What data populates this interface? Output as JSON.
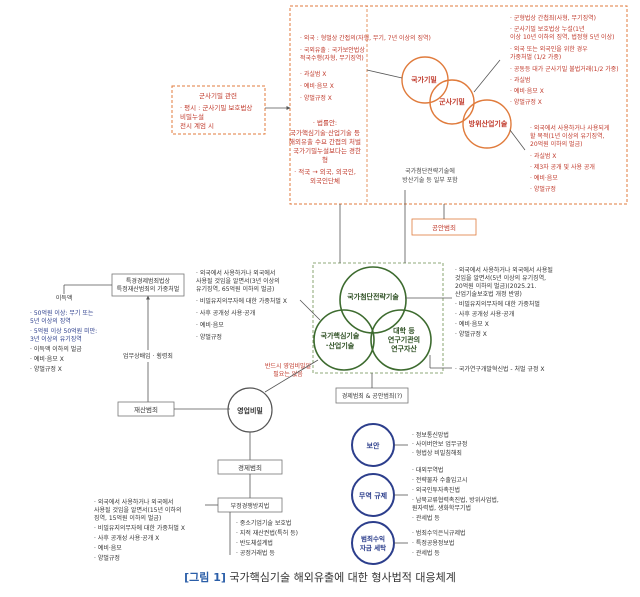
{
  "top_group": {
    "left_list": [
      "· 외국 : 형벌상 간접의(자형, 무기, 7년 이상의 징역)",
      "· 국외유출 : 국가보안법상",
      "  적국수행(자형, 무기징역)",
      "· 과실범 X",
      "· 예비·음모 X",
      "· 양벌규정 X"
    ],
    "military_box_title": "군사기밀 관련",
    "military_box_lines": [
      "· 평시 : 군사기밀 보호법상",
      "  비밀누설",
      "  전시 계엄 시"
    ],
    "right_list_a": [
      "· 군형법상 간첩죄(사형, 무기징역)",
      "· 군사기밀 보호법상 누설(1년",
      "  이상 10년 이하의 징역, 법정형 5년 이상)",
      "· 외국 또는 외국인을 위한 경우",
      "  가중처벌 (1/2 가중)",
      "· 공동등 대가 군사기밀 불법거래(1/2 가중)",
      "· 과실범",
      "· 예비·음모 X",
      "· 양벌규정 X"
    ],
    "right_list_b": [
      "· 외국에서 사용하거나 사용되게",
      "  할 목적(1년 이상의 유기징역,",
      "  20억원 이하의 벌금)",
      "· 과실범 X",
      "· 제3자 공개 및 사용 공개",
      "· 예비·음모",
      "· 양벌규정"
    ],
    "middle_note": [
      "· 법률안:",
      "국가핵심기술·산업기술 등",
      "해외유출 수요 간접의 처벌",
      "· 국가기밀누설보다는 경한",
      "  형",
      "· 적국 → 외국, 외국인,",
      "외국인단체"
    ],
    "circle_labels": [
      "국가기밀",
      "군사기밀",
      "방위산업기술"
    ],
    "national_note": [
      "국가첨단전략기술에",
      "방산기술 등 일부 포함"
    ],
    "bottom_label": "공안범죄"
  },
  "center": {
    "circles": {
      "strategic": "국가첨단전략기술",
      "core": [
        "국가핵심기술",
        "·산업기술"
      ],
      "research": [
        "대학 등",
        "연구기관의",
        "연구자산"
      ]
    },
    "left_list": [
      "· 외국에서 사용하거나 외국에서",
      "  사용될 것임을 알면서(3년 이상의",
      "  유기징역, 65억원 이하의 벌금)",
      "· 비밀유지의무자에 대한 가중처벌 X",
      "· 사후 공개성 사용·공개",
      "· 예비·음모",
      "· 양벌규정"
    ],
    "right_list": [
      "· 외국에서 사용하거나 외국에서 사용될",
      "  것임을 알면서(5년 이상의 유기징역,",
      "  20억원 이하의 벌금)(2025.21.",
      "  산업기술보호법 개정 반영)",
      "· 비밀유지의무자에 대한 가중처벌",
      "· 사후 공개성 사용·공개",
      "· 예비·음모 X",
      "· 양벌규정 X"
    ],
    "research_note": "· 국가연구개발혁신법 - 처벌 규정 X",
    "security_label": "경제범죄 & 공안범죄(?)",
    "bridge_note": [
      "반드시 영업비밀일",
      "필요는 없음"
    ]
  },
  "left_side": {
    "economic_box": [
      "특경경제범죄법상",
      "특정재산범죄의 가중처벌"
    ],
    "profit_label": "이득액",
    "profit_list": [
      "· 50억원 이상: 무기 또는",
      "  5년 이상의 징역",
      "· 5억원 이상 50억원 미만:",
      "  3년 이상의 유기징역",
      "· 이득액 이하의 벌금",
      "· 예비·음모 X",
      "· 양벌규정 X"
    ],
    "breach_label": "업무상배임 · 횡령죄",
    "property_label": "재산범죄"
  },
  "trade_secret": {
    "circle": "영업비밀",
    "economic_label": "경제범죄",
    "unfair_box": "부정경쟁방지법",
    "unfair_list": [
      "· 외국에서 사용하거나 외국에서",
      "  사용될 것임을 알면서(15년 이하의",
      "  징역, 15억원 이하의 벌금)",
      "· 비밀유지의무자에 대한 가중처벌 X",
      "· 사후 공개성 사용·공개 X",
      "· 예비·음모",
      "· 양벌규정"
    ],
    "related_list": [
      "· 중소기업기술 보호법",
      "· 지적 재산권법(특허 등)",
      "· 반도체설계법",
      "· 공정거래법 등"
    ]
  },
  "legend": {
    "colors": {
      "security": "#2c3e8c",
      "trade": "#2c3e8c",
      "crime": "#2c3e8c",
      "green": "#3d6b2f",
      "orange": "#e07b3c"
    },
    "security_title": "보안",
    "security_items": [
      "· 정보통신망법",
      "· 사이버안보 업무규정",
      "· 형법상 비밀침해죄"
    ],
    "trade_title": "무역 규제",
    "trade_items": [
      "· 대외무역법",
      "· 전략물자 수출입고시",
      "· 외국인투자촉진법",
      "· 남북교류협력촉진법, 방위사업법,",
      "  원자력법, 생화학무기법",
      "· 관세법 등"
    ],
    "crime_title_lines": [
      "범죄수익",
      "자금 세탁"
    ],
    "crime_items": [
      "· 범죄수익은닉규제법",
      "· 특정공용정보법",
      "· 관세법 등"
    ]
  },
  "caption": {
    "tag": "[그림 1]",
    "text": " 국가핵심기술 해외유출에 대한 형사법적 대응체계"
  }
}
